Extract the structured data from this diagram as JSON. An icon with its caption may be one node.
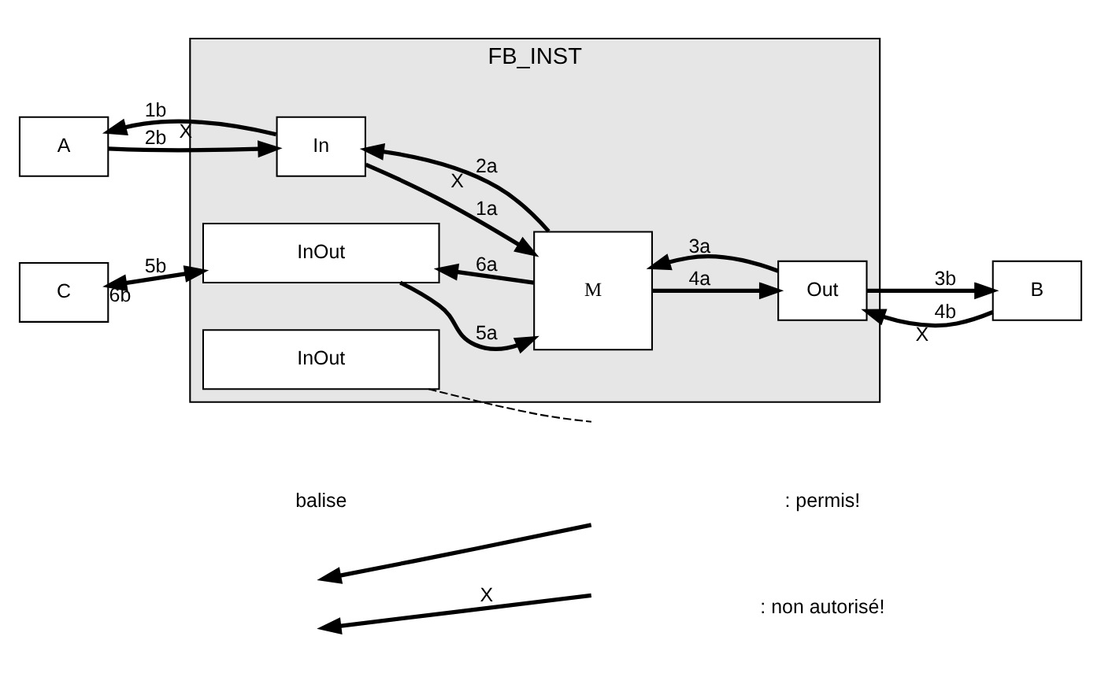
{
  "diagram": {
    "nodes": [
      {
        "text": [
          "FB_INST"
        ]
      },
      {
        "text": [
          "A"
        ]
      },
      {
        "text": [
          "In"
        ],
        "in": 0
      },
      {
        "text": [
          "M"
        ],
        "in": 0
      },
      {
        "text": [
          "Out"
        ],
        "in": 0
      },
      {
        "text": [
          "B"
        ]
      },
      {
        "text": [
          "C"
        ]
      },
      {
        "text": [
          "InOut"
        ],
        "in": 0
      },
      {
        "text": [
          "InOut"
        ],
        "in": 0
      }
    ],
    "edges": [
      {
        "from": 1,
        "to": 2,
        "arrow": "to",
        "label": "2b"
      },
      {
        "from": 2,
        "to": 1,
        "arrow": "to",
        "label": "1b"
      },
      {
        "from": 2,
        "to": 3,
        "arrow": "to",
        "label": "1a"
      },
      {
        "from": 3,
        "to": 2,
        "arrow": "to",
        "label": "2a"
      },
      {
        "from": 3,
        "to": 4,
        "arrow": "to",
        "label": "4a"
      },
      {
        "from": 4,
        "to": 3,
        "arrow": "to",
        "label": "3a"
      },
      {
        "from": 4,
        "to": 5,
        "arrow": "to",
        "label": "3b"
      },
      {
        "from": 5,
        "to": 4,
        "arrow": "to",
        "label": "4b"
      },
      {
        "from": 7,
        "to": 3,
        "arrow": "to",
        "label": "5a"
      },
      {
        "from": 3,
        "to": 7,
        "arrow": "to",
        "label": "6a"
      },
      {
        "from": 6,
        "to": 7,
        "arrow": "both",
        "label": "5b"
      },
      {
        "from": 8,
        "to": null,
        "arrow": "none",
        "style": "dashed"
      }
    ],
    "labels": [
      "6b",
      "X",
      "X",
      "X",
      "balise",
      "X"
    ],
    "legend": [
      {
        "text": ": permis!"
      },
      {
        "text": ": non autorisé!"
      }
    ]
  }
}
